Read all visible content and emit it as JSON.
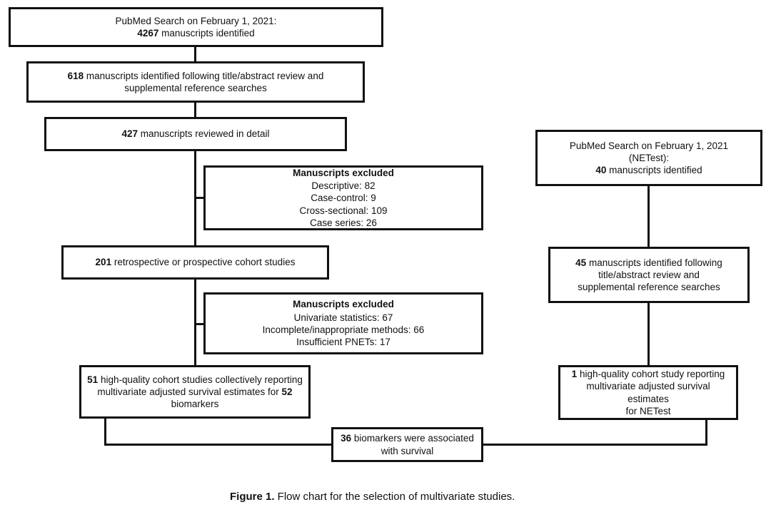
{
  "figure": {
    "caption_lead": "Figure 1.",
    "caption_text": " Flow chart for the selection of multivariate studies."
  },
  "colors": {
    "stroke": "#111111",
    "background": "#ffffff",
    "text": "#111111"
  },
  "chart_data": {
    "type": "diagram",
    "title": "Flow chart for the selection of multivariate studies",
    "left_branch": [
      {
        "id": "pubmed-search-main",
        "line1": "PubMed Search on February 1, 2021:",
        "line2_bold": "4267",
        "line2_rest": " manuscripts identified"
      },
      {
        "id": "title-abstract-review",
        "line1_bold": "618",
        "line1_rest": " manuscripts identified following title/abstract review and",
        "line2": "supplemental reference searches"
      },
      {
        "id": "reviewed-in-detail",
        "line1_bold": "427",
        "line1_rest": " manuscripts reviewed in detail"
      },
      {
        "id": "cohort-studies",
        "line1_bold": "201",
        "line1_rest": " retrospective or prospective cohort studies"
      },
      {
        "id": "high-quality-cohort-studies",
        "line1_bold": "51",
        "line1_rest": " high-quality cohort studies collectively reporting",
        "line2a": "multivariate adjusted survival estimates for ",
        "line2b_bold": "52",
        "line3": "biomarkers"
      }
    ],
    "exclusions": [
      {
        "id": "exclusion-1",
        "title": "Manuscripts excluded",
        "items": [
          "Descriptive: 82",
          "Case-control: 9",
          "Cross-sectional: 109",
          "Case series: 26"
        ]
      },
      {
        "id": "exclusion-2",
        "title": "Manuscripts excluded",
        "items": [
          "Univariate statistics: 67",
          "Incomplete/inappropriate methods: 66",
          "Insufficient PNETs: 17"
        ]
      }
    ],
    "right_branch": [
      {
        "id": "pubmed-search-netest",
        "line1": "PubMed Search on February 1, 2021",
        "line2": "(NETest):",
        "line3_bold": "40",
        "line3_rest": " manuscripts identified"
      },
      {
        "id": "netest-title-abstract-review",
        "line1_bold": "45",
        "line1_rest": " manuscripts identified following",
        "line2": "title/abstract review and",
        "line3": "supplemental reference searches"
      },
      {
        "id": "netest-high-quality-study",
        "line1_bold": "1",
        "line1_rest": " high-quality cohort study reporting",
        "line2": "multivariate adjusted survival estimates",
        "line3": "for NETest"
      }
    ],
    "outcome": {
      "id": "biomarkers-associated-with-survival",
      "line1_bold": "36",
      "line1_rest": " biomarkers were associated",
      "line2": "with survival"
    }
  }
}
